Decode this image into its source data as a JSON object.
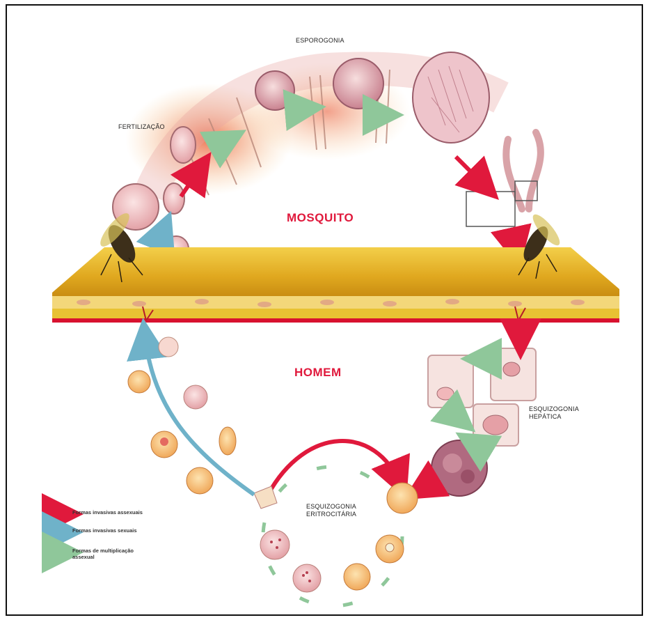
{
  "labels": {
    "esporogonia": "ESPOROGONIA",
    "fertilizacao": "FERTILIZAÇÃO",
    "mosquito": "MOSQUITO",
    "homem": "HOMEM",
    "esquizogonia_hepatica_line1": "ESQUIZOGONIA",
    "esquizogonia_hepatica_line2": "HEPÁTICA",
    "esquizogonia_eritrocitaria_line1": "ESQUIZOGONIA",
    "esquizogonia_eritrocitaria_line2": "ERITROCITÁRIA"
  },
  "legend": [
    {
      "label": "Formas invasivas assexuais",
      "color": "#e0193c"
    },
    {
      "label": "Formas invasivas sexuais",
      "color": "#6fb2c9"
    },
    {
      "label_line1": "Formas de multiplicação",
      "label_line2": "assexual",
      "color": "#8fc79a"
    }
  ],
  "colors": {
    "skin_top": "#e9b82a",
    "skin_dark": "#c98d12",
    "vessel": "#d8122f",
    "cell_pink": "#f1c6c6",
    "rbc_orange": "#f6c27a"
  }
}
